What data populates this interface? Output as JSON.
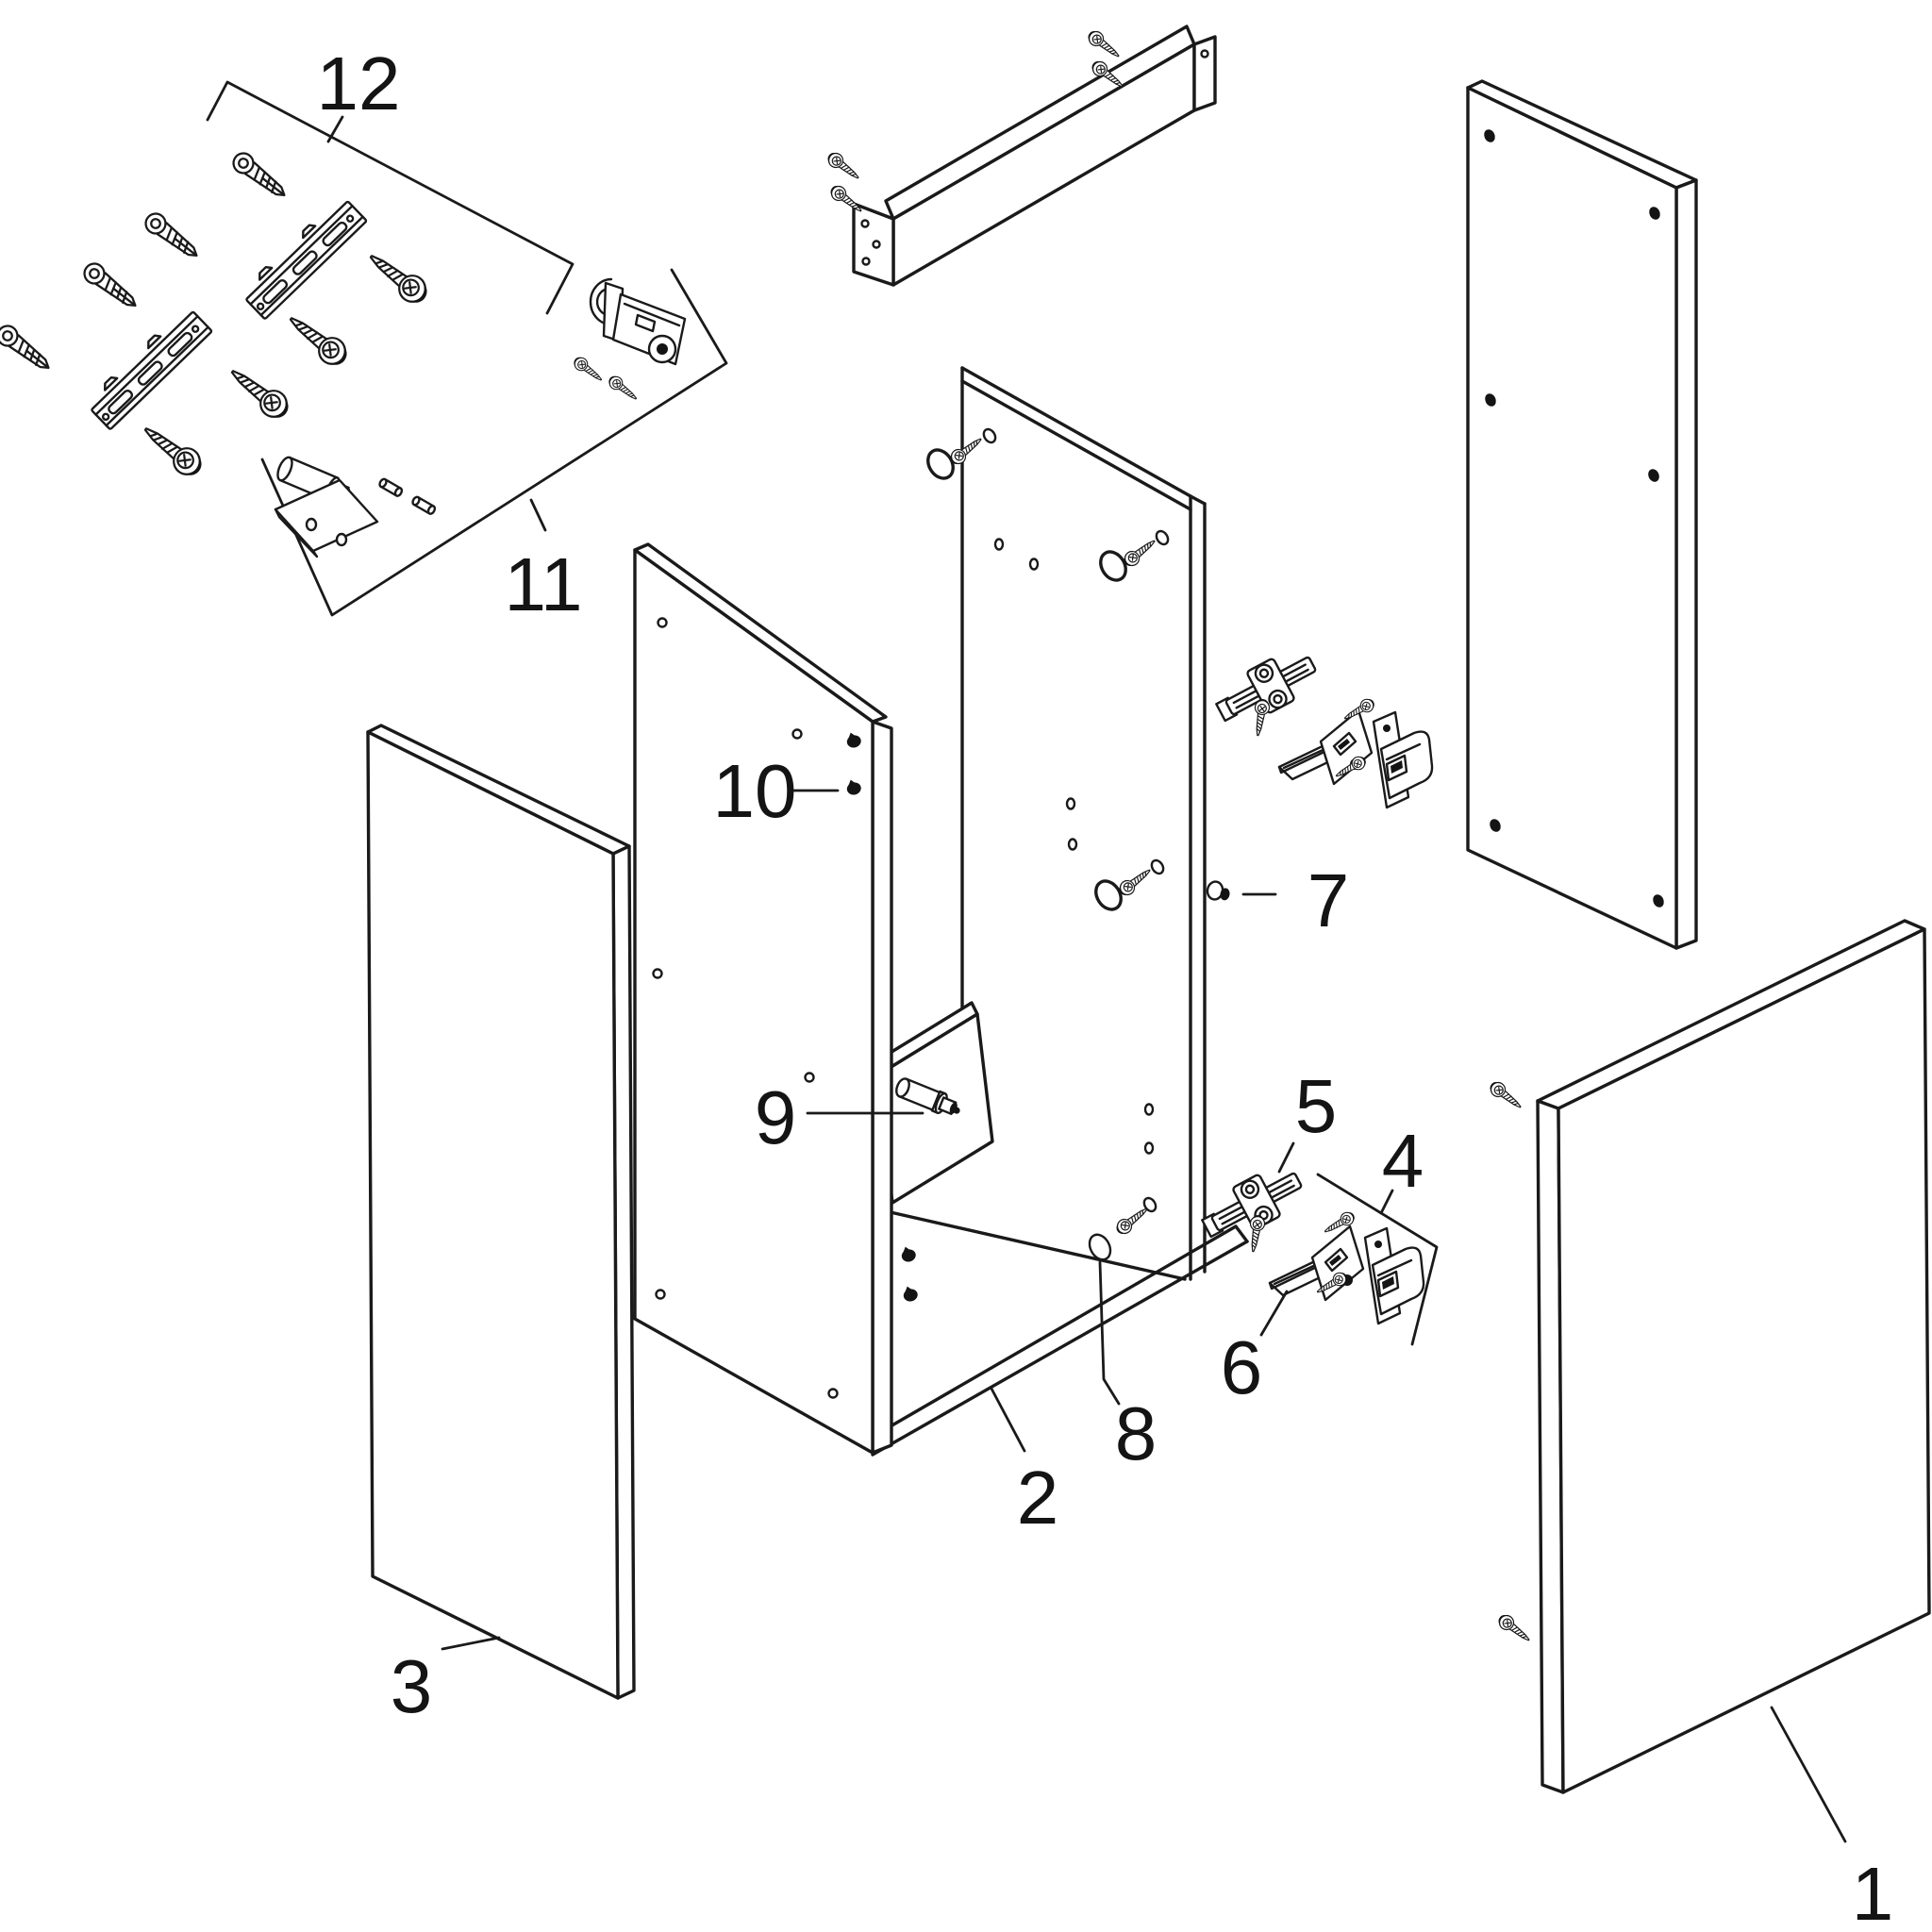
{
  "diagram": {
    "background": "#ffffff",
    "line_color": "#1a1a1a",
    "text_color": "#141414"
  },
  "labels": {
    "1": "1",
    "2": "2",
    "3": "3",
    "4": "4",
    "5": "5",
    "6": "6",
    "7": "7",
    "8": "8",
    "9": "9",
    "10": "10",
    "11": "11",
    "12": "12"
  },
  "parts": [
    {
      "label": "1",
      "item": "door-panel-icon"
    },
    {
      "label": "2",
      "item": "cabinet-carcass-icon"
    },
    {
      "label": "3",
      "item": "side-panel-icon"
    },
    {
      "label": "4",
      "item": "soft-close-latch-icon"
    },
    {
      "label": "5",
      "item": "hinge-mounting-plate-icon"
    },
    {
      "label": "6",
      "item": "spacer-plate-icon"
    },
    {
      "label": "7",
      "item": "cover-cap-icon"
    },
    {
      "label": "8",
      "item": "fixing-hole-icon"
    },
    {
      "label": "9",
      "item": "shelf-pin-icon"
    },
    {
      "label": "10",
      "item": "cap-nut-icon"
    },
    {
      "label": "11",
      "item": "hinge-damper-kit-icon"
    },
    {
      "label": "12",
      "item": "wall-mounting-kit-icon"
    }
  ]
}
